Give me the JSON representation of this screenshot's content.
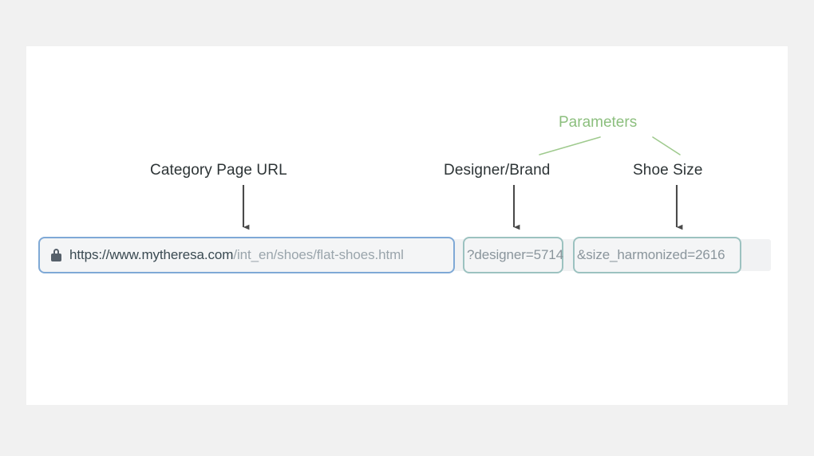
{
  "canvas": {
    "background": "#f1f1f1",
    "card_background": "#ffffff"
  },
  "colors": {
    "parameters_green": "#8cbf7e",
    "url_border_blue": "#7fa9d6",
    "param_border_teal": "#9cc2c0",
    "label_text": "#2d3436",
    "url_domain_text": "#3a4a52",
    "url_path_text": "#9aa5ac",
    "param_text": "#8a959c",
    "arrow": "#4a4a4a"
  },
  "annotations": {
    "category_label": "Category Page URL",
    "designer_label": "Designer/Brand",
    "shoesize_label": "Shoe Size",
    "parameters_label": "Parameters"
  },
  "addressbar": {
    "lock_icon": "lock-icon",
    "url_domain": "https://www.mytheresa.com",
    "url_path": "/int_en/shoes/flat-shoes.html",
    "designer_param": "?designer=5714",
    "size_param": "&size_harmonized=2616"
  }
}
